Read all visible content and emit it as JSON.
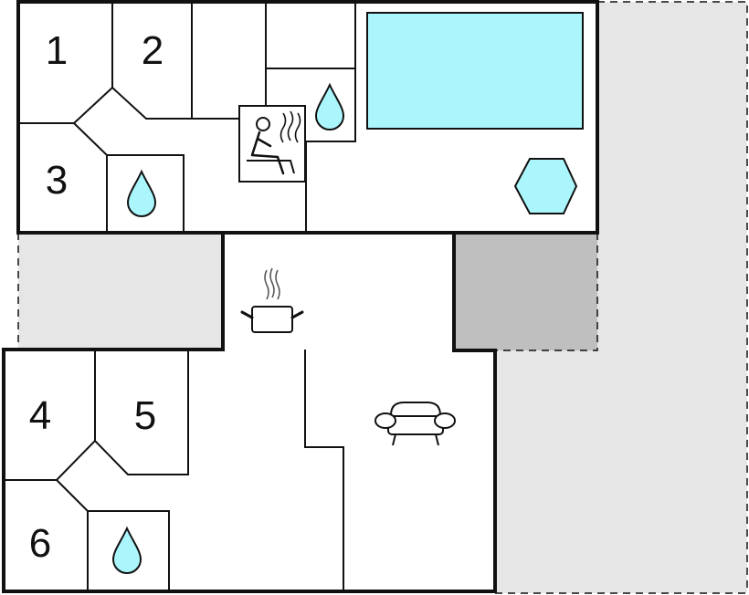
{
  "colors": {
    "terrace": "#e6e6e6",
    "covered_area": "#bfbfbf",
    "water": "#aaf6fc",
    "walls": "#111111",
    "background": "#ffffff"
  },
  "rooms": [
    {
      "label": "1"
    },
    {
      "label": "2"
    },
    {
      "label": "3"
    },
    {
      "label": "4"
    },
    {
      "label": "5"
    },
    {
      "label": "6"
    }
  ],
  "icons": {
    "bathroom": "water-drop-icon",
    "sauna": "sauna-icon",
    "pool": "pool-icon",
    "whirlpool": "hexagon-icon",
    "kitchen": "cooking-pot-icon",
    "living_room": "sofa-icon"
  }
}
